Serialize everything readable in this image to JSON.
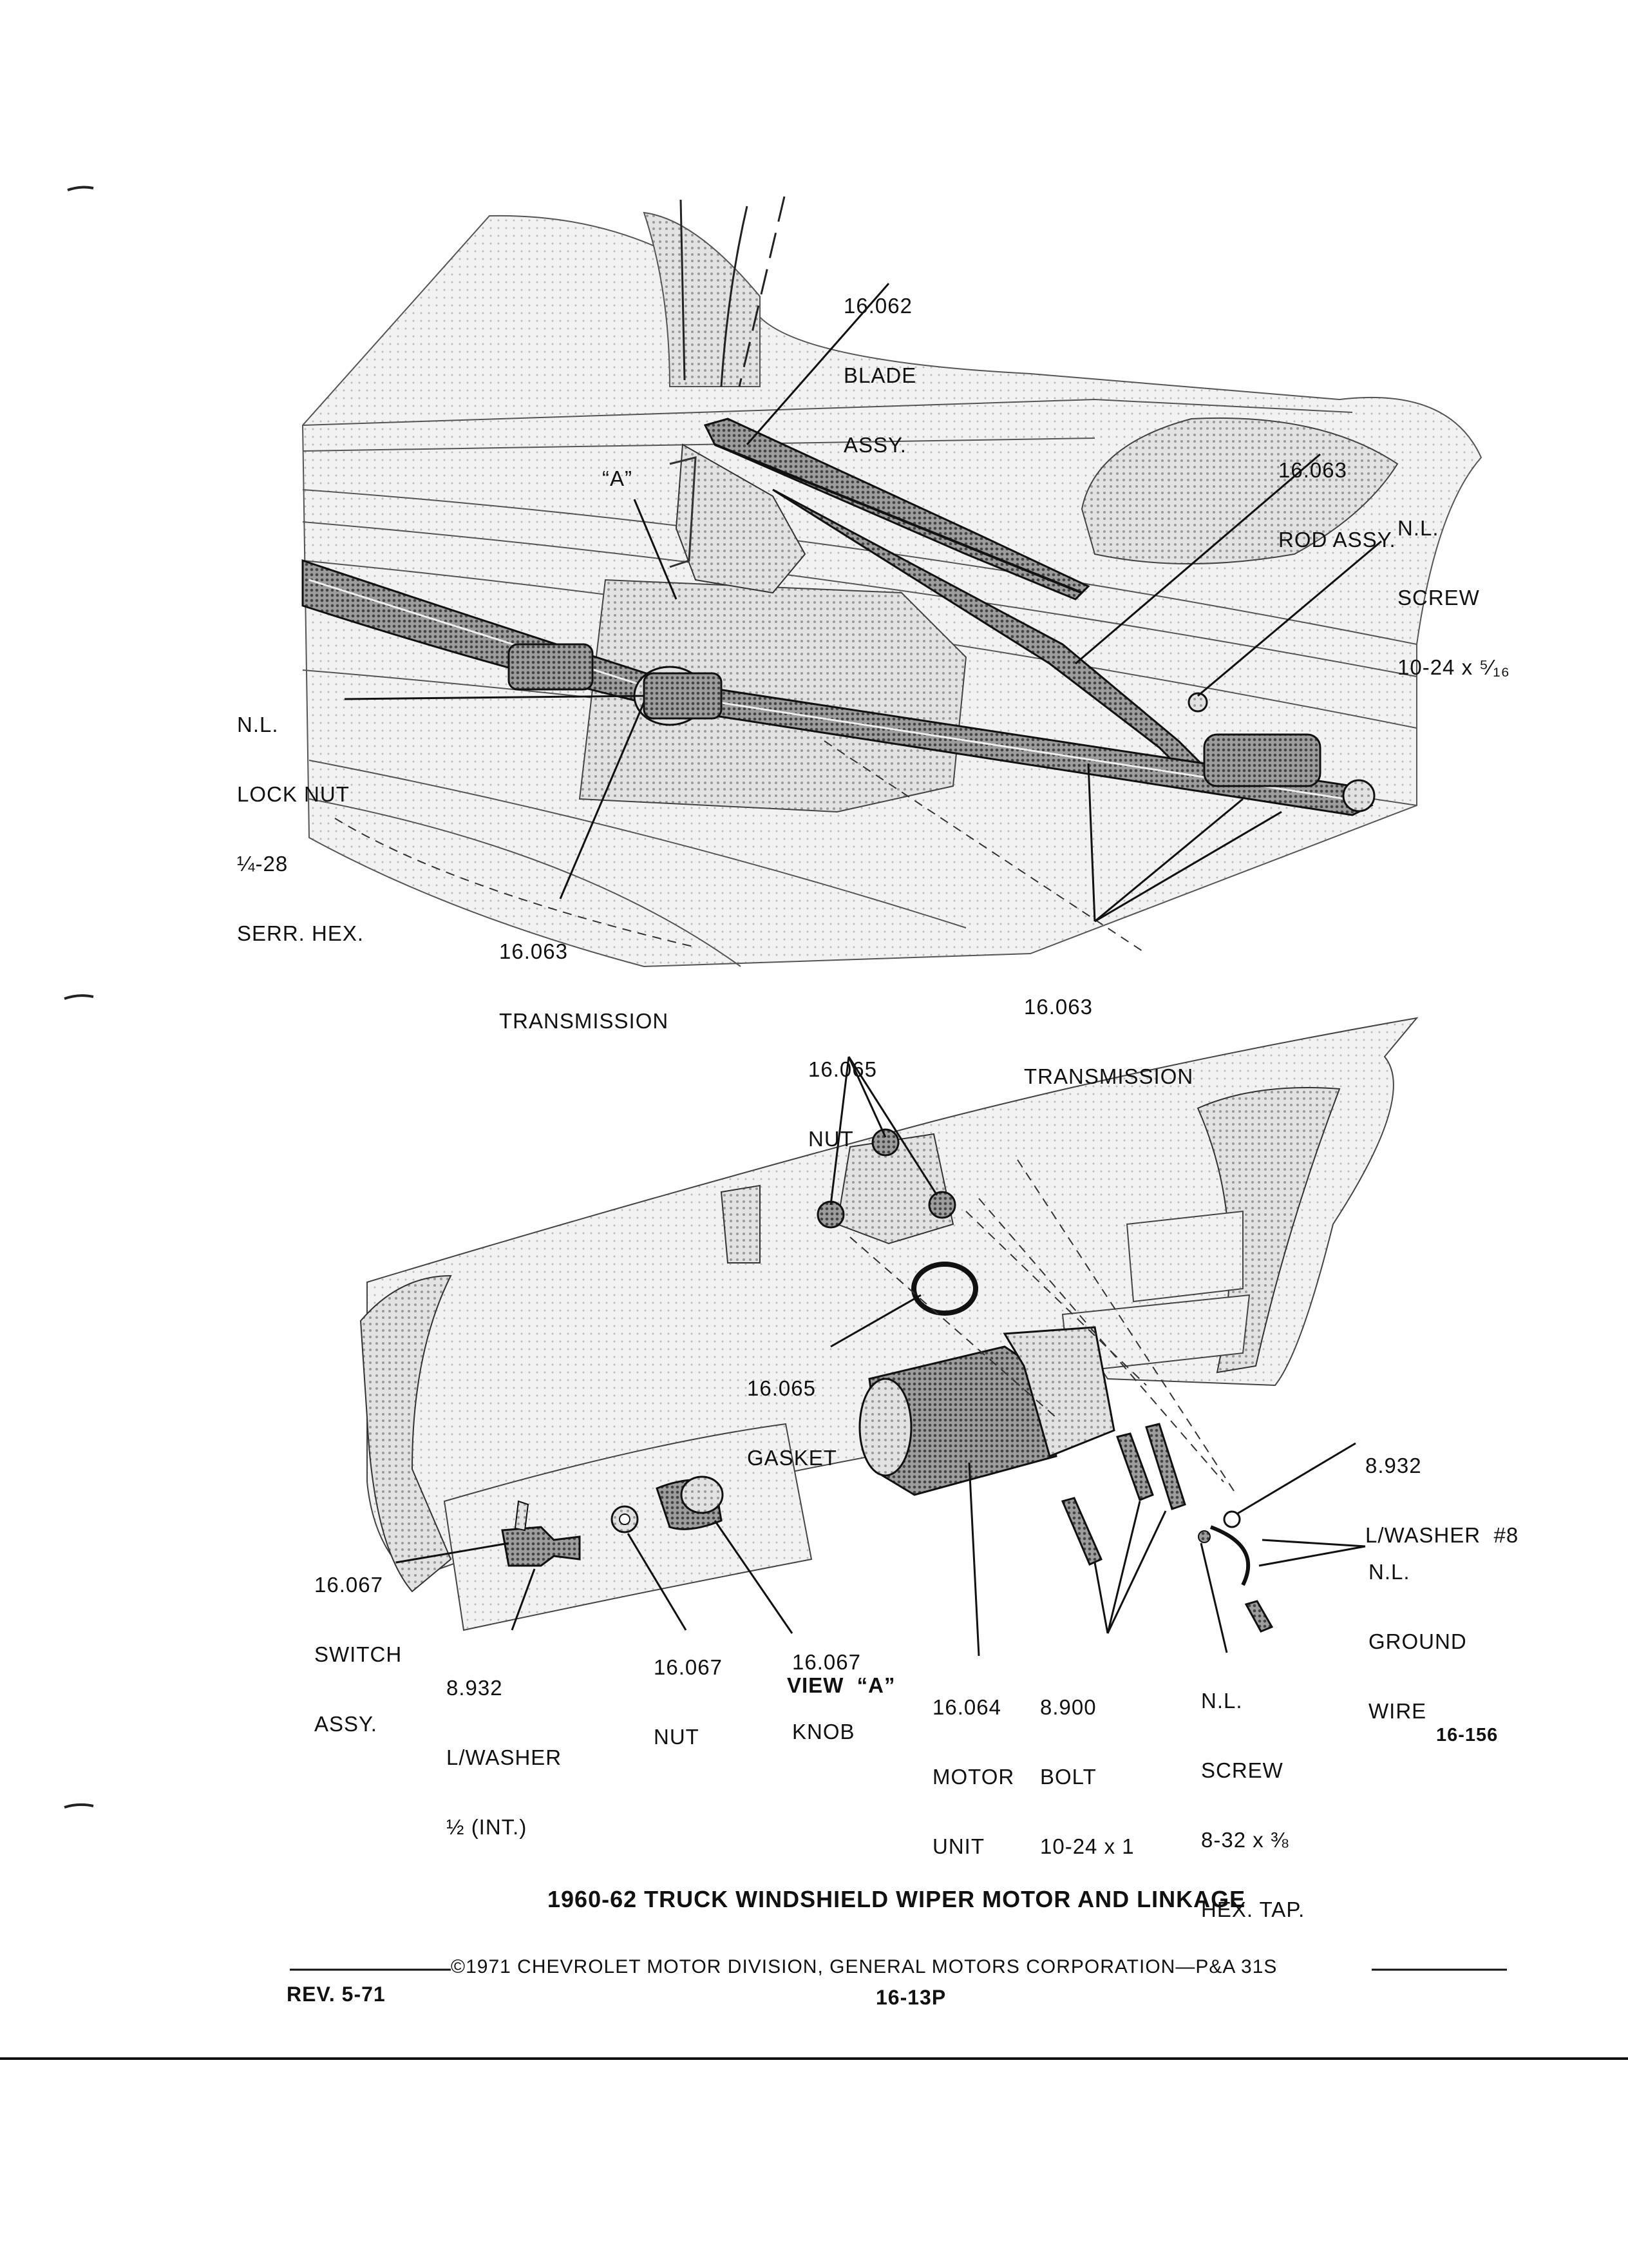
{
  "callouts": {
    "blade": [
      "16.062",
      "BLADE",
      "ASSY."
    ],
    "rod": [
      "16.063",
      "ROD ASSY."
    ],
    "screw_top": [
      "N.L.",
      "SCREW",
      "10-24 x ⁵⁄₁₆"
    ],
    "view_a_marker": "“A”",
    "lock_nut": [
      "N.L.",
      "LOCK NUT",
      "¼-28",
      "SERR. HEX."
    ],
    "transmission_left": [
      "16.063",
      "TRANSMISSION"
    ],
    "transmission_right": [
      "16.063",
      "TRANSMISSION"
    ],
    "nut_top": [
      "16.065",
      "NUT"
    ],
    "gasket": [
      "16.065",
      "GASKET"
    ],
    "l_washer_8": [
      "8.932",
      "L/WASHER  #8"
    ],
    "ground_wire": [
      "N.L.",
      "GROUND",
      "WIRE"
    ],
    "switch": [
      "16.067",
      "SWITCH",
      "ASSY."
    ],
    "l_washer_half": [
      "8.932",
      "L/WASHER",
      "½ (INT.)"
    ],
    "switch_nut": [
      "16.067",
      "NUT"
    ],
    "knob": [
      "16.067",
      "KNOB"
    ],
    "view_a": "VIEW  “A”",
    "motor": [
      "16.064",
      "MOTOR",
      "UNIT"
    ],
    "bolt": [
      "8.900",
      "BOLT",
      "10-24 x 1"
    ],
    "screw_bottom": [
      "N.L.",
      "SCREW",
      "8-32 x ⅜",
      "HEX. TAP."
    ],
    "figure_number": "16-156"
  },
  "footer": {
    "title": "1960-62 TRUCK WINDSHIELD WIPER MOTOR AND LINKAGE",
    "copyright": "©1971 CHEVROLET MOTOR DIVISION, GENERAL MOTORS CORPORATION—P&A 31S",
    "revision": "REV. 5-71",
    "page": "16-13P"
  }
}
